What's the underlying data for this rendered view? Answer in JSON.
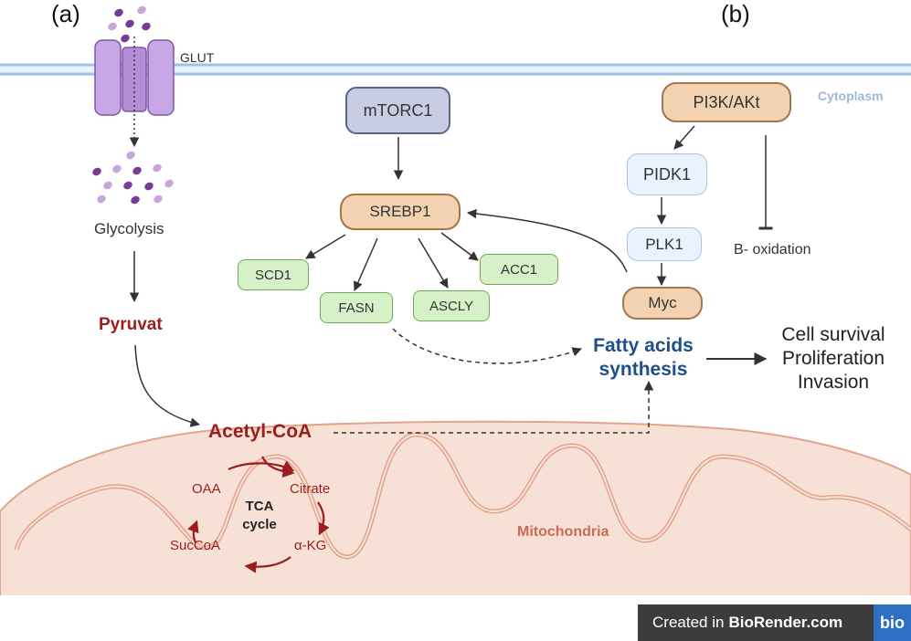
{
  "panels": {
    "a": "(a)",
    "b": "(b)"
  },
  "labels": {
    "glut": "GLUT",
    "cytoplasm": "Cytoplasm",
    "glycolysis": "Glycolysis",
    "pyruvat": "Pyruvat",
    "acetyl_coa": "Acetyl-CoA",
    "mitochondria": "Mitochondria",
    "b_oxidation": "B- oxidation"
  },
  "nodes": {
    "mtorc1": "mTORC1",
    "srebp1": "SREBP1",
    "scd1": "SCD1",
    "fasn": "FASN",
    "ascly": "ASCLY",
    "acc1": "ACC1",
    "pi3k": "PI3K/AKt",
    "pidk1": "PIDK1",
    "plk1": "PLK1",
    "myc": "Myc"
  },
  "fatty_acids": {
    "line1": "Fatty acids",
    "line2": "synthesis"
  },
  "outcomes": {
    "line1": "Cell survival",
    "line2": "Proliferation",
    "line3": "Invasion"
  },
  "tca": {
    "oaa": "OAA",
    "citrate": "Citrate",
    "succoa": "SucCoA",
    "akg": "α-KG",
    "center_line1": "TCA",
    "center_line2": "cycle"
  },
  "badge": {
    "prefix": "Created in",
    "brand": "BioRender.com",
    "logo": "bio"
  },
  "colors": {
    "pyruvate_red": "#9a1e1e",
    "fatty_acid_blue": "#1e4f86",
    "mitochondria_salmon": "#c96b56",
    "glut_purple": "#b58fd6"
  }
}
